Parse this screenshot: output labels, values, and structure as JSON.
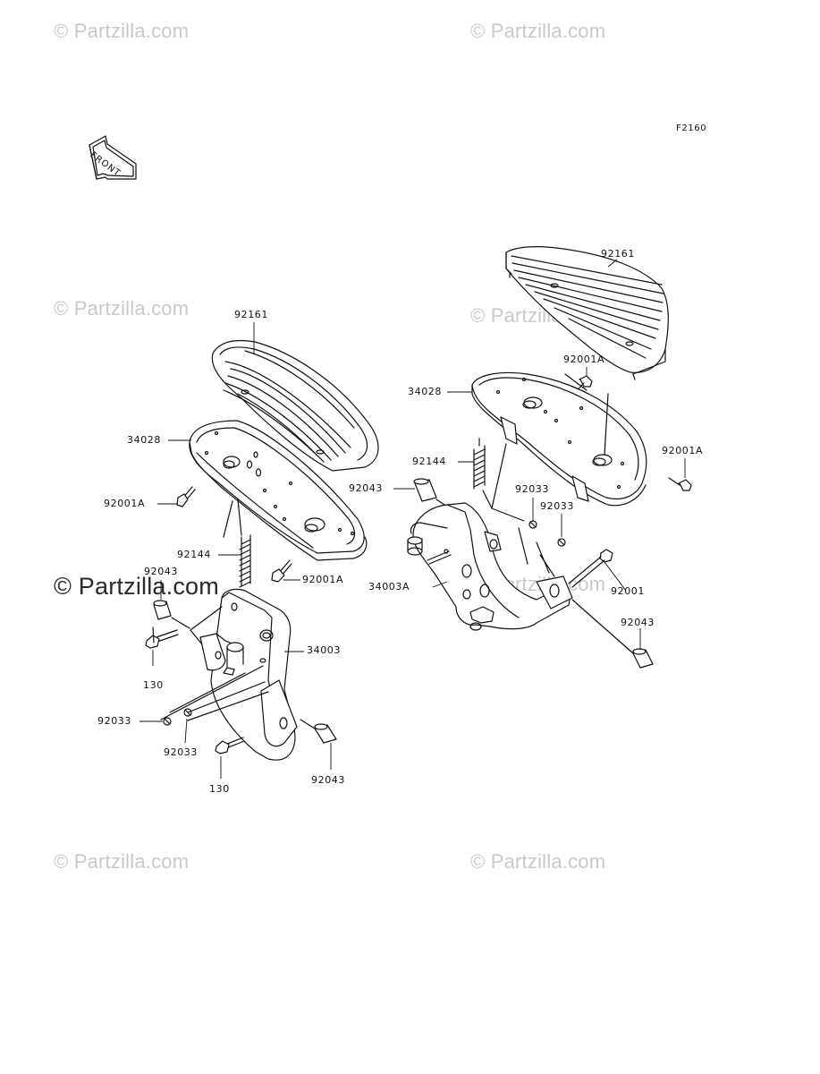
{
  "figure_code": "F2160",
  "front_arrow_text": "FRONT",
  "watermarks": {
    "light": "© Partzilla.com",
    "dark": "© Partzilla.com"
  },
  "left_assembly": {
    "labels": {
      "floorboard": "92161",
      "bracket_plate": "34028",
      "bolt_upper": "92001A",
      "spring": "92144",
      "bolt_lower": "92001A",
      "pin_top": "92043",
      "bolt_130_top": "130",
      "holder": "34003",
      "clip_left": "92033",
      "clip_mid": "92033",
      "bolt_130_bottom": "130",
      "pin_bottom": "92043"
    }
  },
  "right_assembly": {
    "labels": {
      "floorboard": "92161",
      "bolt_upper": "92001A",
      "bracket_plate": "34028",
      "bolt_right": "92001A",
      "spring": "92144",
      "pin_left": "92043",
      "clip_1": "92033",
      "clip_2": "92033",
      "holder": "34003A",
      "bolt": "92001",
      "pin_right": "92043"
    }
  }
}
